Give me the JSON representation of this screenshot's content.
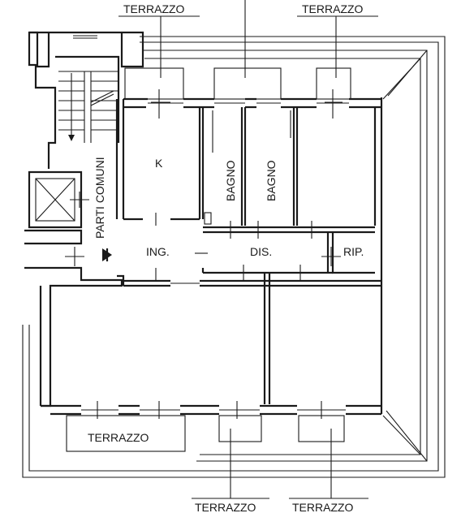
{
  "plan": {
    "labels": {
      "terrazzo": "TERRAZZO",
      "kitchen": "K",
      "bagno": "BAGNO",
      "parti_comuni": "PARTI COMUNI",
      "ingresso": "ING.",
      "disimpegno": "DIS.",
      "ripostiglio": "RIP."
    }
  }
}
